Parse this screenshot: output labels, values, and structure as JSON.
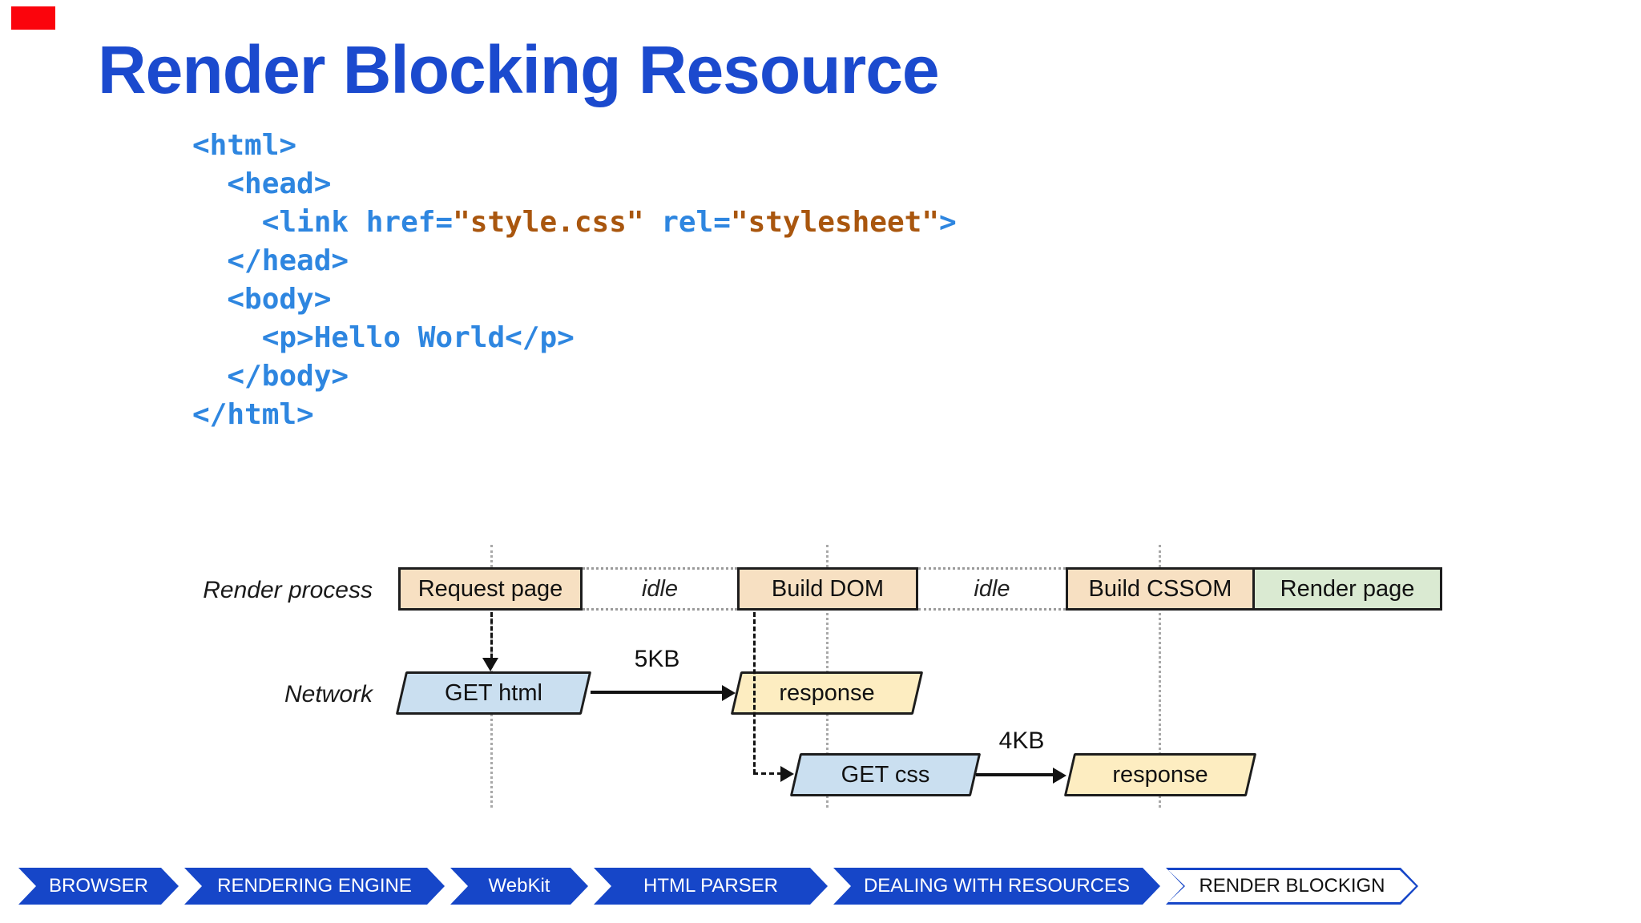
{
  "title": "Render Blocking Resource",
  "code": {
    "lines": [
      [
        {
          "text": "<html>",
          "type": "tag"
        }
      ],
      [
        {
          "text": "  <head>",
          "type": "tag"
        }
      ],
      [
        {
          "text": "    <link href=",
          "type": "tag"
        },
        {
          "text": "\"style.css\"",
          "type": "value"
        },
        {
          "text": " rel=",
          "type": "tag"
        },
        {
          "text": "\"stylesheet\"",
          "type": "value"
        },
        {
          "text": ">",
          "type": "tag"
        }
      ],
      [
        {
          "text": "  </head>",
          "type": "tag"
        }
      ],
      [
        {
          "text": "  <body>",
          "type": "tag"
        }
      ],
      [
        {
          "text": "    <p>Hello World</p>",
          "type": "tag"
        }
      ],
      [
        {
          "text": "  </body>",
          "type": "tag"
        }
      ],
      [
        {
          "text": "</html>",
          "type": "tag"
        }
      ]
    ]
  },
  "diagram": {
    "render_process_label": "Render process",
    "network_label": "Network",
    "request_page": "Request page",
    "idle_label": "idle",
    "build_dom": "Build DOM",
    "build_cssom": "Build CSSOM",
    "render_page": "Render page",
    "get_html": "GET html",
    "response_html": "response",
    "size_html": "5KB",
    "get_css": "GET css",
    "response_css": "response",
    "size_css": "4KB"
  },
  "nav": {
    "items": [
      {
        "label": "BROWSER",
        "active": false
      },
      {
        "label": "RENDERING ENGINE",
        "active": false
      },
      {
        "label": "WebKit",
        "active": false
      },
      {
        "label": "HTML PARSER",
        "active": false
      },
      {
        "label": "DEALING WITH RESOURCES",
        "active": false
      },
      {
        "label": "RENDER BLOCKIGN",
        "active": true
      }
    ]
  },
  "colors": {
    "title_blue": "#1b4ace",
    "code_tag_blue": "#2e86e0",
    "code_value_orange": "#a9560e",
    "nav_blue": "#1646c8",
    "process_box_tan": "#f7e0c2",
    "render_page_green": "#daead2",
    "network_request_blue": "#cadff0",
    "network_response_yellow": "#fdedc1",
    "marker_red": "#fb040c"
  }
}
